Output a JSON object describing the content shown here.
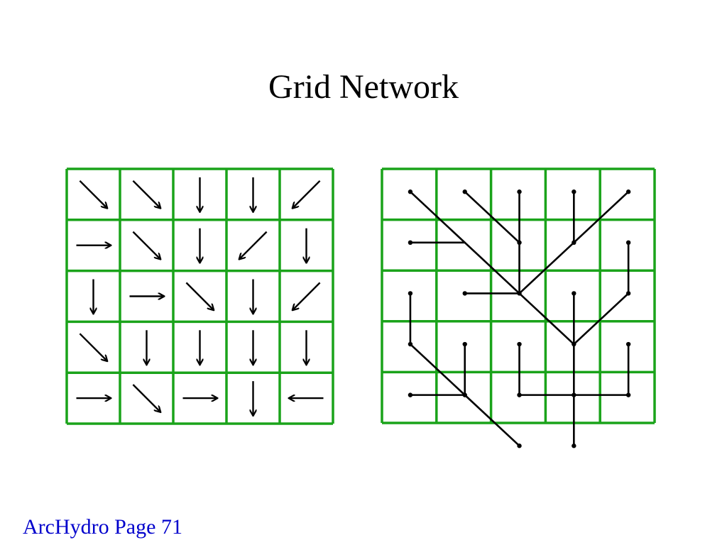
{
  "slide": {
    "title": "Grid Network",
    "footer": "ArcHydro Page 71"
  },
  "colors": {
    "grid": "#1aa31a",
    "arrows": "#000000",
    "network": "#000000",
    "footer_text": "#0000cc"
  },
  "flow_direction_grid": {
    "rows": 5,
    "cols": 5,
    "directions": [
      [
        "SE",
        "SE",
        "S",
        "S",
        "SW"
      ],
      [
        "E",
        "SE",
        "S",
        "SW",
        "S"
      ],
      [
        "S",
        "E",
        "SE",
        "S",
        "SW"
      ],
      [
        "SE",
        "S",
        "S",
        "S",
        "S"
      ],
      [
        "E",
        "SE",
        "E",
        "S",
        "W"
      ]
    ]
  },
  "grid_network": {
    "rows": 5,
    "cols": 5,
    "nodes": [
      [
        0,
        0
      ],
      [
        0,
        1
      ],
      [
        0,
        2
      ],
      [
        0,
        3
      ],
      [
        0,
        4
      ],
      [
        1,
        0
      ],
      [
        1,
        2
      ],
      [
        1,
        3
      ],
      [
        1,
        4
      ],
      [
        2,
        0
      ],
      [
        2,
        1
      ],
      [
        2,
        2
      ],
      [
        2,
        3
      ],
      [
        2,
        4
      ],
      [
        3,
        0
      ],
      [
        3,
        1
      ],
      [
        3,
        2
      ],
      [
        3,
        3
      ],
      [
        3,
        4
      ],
      [
        4,
        0
      ],
      [
        4,
        1
      ],
      [
        4,
        2
      ],
      [
        4,
        3
      ],
      [
        4,
        4
      ],
      [
        5,
        2
      ],
      [
        5,
        3
      ]
    ],
    "edges": [
      [
        [
          0,
          0
        ],
        [
          2,
          2
        ]
      ],
      [
        [
          0,
          1
        ],
        [
          1,
          2
        ]
      ],
      [
        [
          0,
          2
        ],
        [
          1,
          2
        ]
      ],
      [
        [
          1,
          2
        ],
        [
          2,
          2
        ]
      ],
      [
        [
          0,
          3
        ],
        [
          1,
          3
        ]
      ],
      [
        [
          0,
          4
        ],
        [
          1,
          3
        ]
      ],
      [
        [
          1,
          3
        ],
        [
          2,
          2
        ]
      ],
      [
        [
          1,
          0
        ],
        [
          1,
          1
        ]
      ],
      [
        [
          2,
          1
        ],
        [
          2,
          2
        ]
      ],
      [
        [
          2,
          2
        ],
        [
          3,
          3
        ]
      ],
      [
        [
          1,
          4
        ],
        [
          2,
          4
        ]
      ],
      [
        [
          2,
          4
        ],
        [
          3,
          3
        ]
      ],
      [
        [
          2,
          3
        ],
        [
          3,
          3
        ]
      ],
      [
        [
          3,
          3
        ],
        [
          4,
          3
        ]
      ],
      [
        [
          2,
          0
        ],
        [
          3,
          0
        ]
      ],
      [
        [
          3,
          0
        ],
        [
          4,
          1
        ]
      ],
      [
        [
          3,
          1
        ],
        [
          4,
          1
        ]
      ],
      [
        [
          4,
          0
        ],
        [
          4,
          1
        ]
      ],
      [
        [
          4,
          1
        ],
        [
          5,
          2
        ]
      ],
      [
        [
          3,
          2
        ],
        [
          4,
          2
        ]
      ],
      [
        [
          4,
          2
        ],
        [
          4,
          3
        ]
      ],
      [
        [
          3,
          4
        ],
        [
          4,
          4
        ]
      ],
      [
        [
          4,
          4
        ],
        [
          4,
          3
        ]
      ],
      [
        [
          4,
          3
        ],
        [
          5,
          3
        ]
      ]
    ]
  }
}
